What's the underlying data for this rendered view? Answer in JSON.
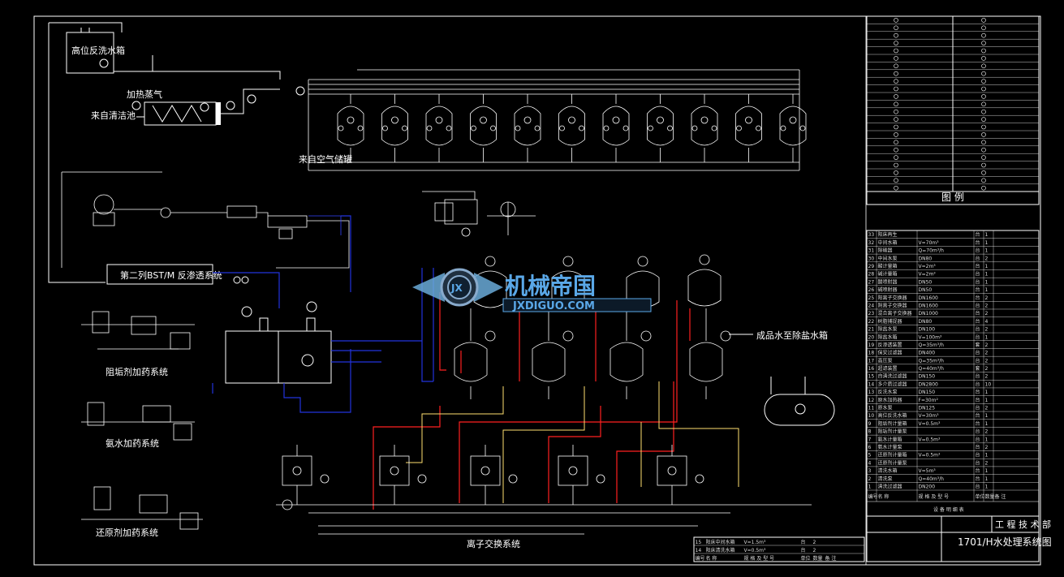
{
  "labels": {
    "high_tank": "高位反洗水箱",
    "steam_in": "加热蒸气",
    "raw_water": "来自清洁池",
    "air_header": "来自空气储罐",
    "second_ro": "第二列BST/M 反渗透系统",
    "product_water": "成品水至除盐水箱",
    "ion_exchange": "离子交换系统",
    "sub1": "阻垢剂加药系统",
    "sub2": "氨水加药系统",
    "sub3": "还原剂加药系统"
  },
  "watermark": {
    "cn": "机械帝国",
    "en": "JXDIGUO.COM",
    "badge": "JX"
  },
  "legend": {
    "caption": "图 例"
  },
  "equipment_table": {
    "rows": [
      {
        "no": "33",
        "name": "阳床再生",
        "spec": "",
        "unit": "台",
        "qty": "1"
      },
      {
        "no": "32",
        "name": "中间水箱",
        "spec": "V=70m³",
        "unit": "台",
        "qty": "1"
      },
      {
        "no": "31",
        "name": "除碳器",
        "spec": "Q=70m³/h",
        "unit": "台",
        "qty": "1"
      },
      {
        "no": "30",
        "name": "中间水泵",
        "spec": "DN80",
        "unit": "台",
        "qty": "2"
      },
      {
        "no": "29",
        "name": "酸计量箱",
        "spec": "V=2m³",
        "unit": "台",
        "qty": "1"
      },
      {
        "no": "28",
        "name": "碱计量箱",
        "spec": "V=2m³",
        "unit": "台",
        "qty": "1"
      },
      {
        "no": "27",
        "name": "酸喷射器",
        "spec": "DN50",
        "unit": "台",
        "qty": "1"
      },
      {
        "no": "26",
        "name": "碱喷射器",
        "spec": "DN50",
        "unit": "台",
        "qty": "1"
      },
      {
        "no": "25",
        "name": "阳离子交换器",
        "spec": "DN1600",
        "unit": "台",
        "qty": "2"
      },
      {
        "no": "24",
        "name": "阴离子交换器",
        "spec": "DN1600",
        "unit": "台",
        "qty": "2"
      },
      {
        "no": "23",
        "name": "混合离子交换器",
        "spec": "DN1000",
        "unit": "台",
        "qty": "2"
      },
      {
        "no": "22",
        "name": "树脂捕捉器",
        "spec": "DN80",
        "unit": "台",
        "qty": "4"
      },
      {
        "no": "21",
        "name": "除盐水泵",
        "spec": "DN100",
        "unit": "台",
        "qty": "2"
      },
      {
        "no": "20",
        "name": "除盐水箱",
        "spec": "V=100m³",
        "unit": "台",
        "qty": "1"
      },
      {
        "no": "19",
        "name": "反渗透装置",
        "spec": "Q=35m³/h",
        "unit": "套",
        "qty": "2"
      },
      {
        "no": "18",
        "name": "保安过滤器",
        "spec": "DN400",
        "unit": "台",
        "qty": "2"
      },
      {
        "no": "17",
        "name": "高压泵",
        "spec": "Q=35m³/h",
        "unit": "台",
        "qty": "2"
      },
      {
        "no": "16",
        "name": "超滤装置",
        "spec": "Q=40m³/h",
        "unit": "套",
        "qty": "2"
      },
      {
        "no": "15",
        "name": "自清洗过滤器",
        "spec": "DN150",
        "unit": "台",
        "qty": "2"
      },
      {
        "no": "14",
        "name": "多介质过滤器",
        "spec": "DN2800",
        "unit": "台",
        "qty": "10"
      },
      {
        "no": "13",
        "name": "反洗水泵",
        "spec": "DN150",
        "unit": "台",
        "qty": "1"
      },
      {
        "no": "12",
        "name": "原水加热器",
        "spec": "F=30m²",
        "unit": "台",
        "qty": "1"
      },
      {
        "no": "11",
        "name": "原水泵",
        "spec": "DN125",
        "unit": "台",
        "qty": "2"
      },
      {
        "no": "10",
        "name": "高位反洗水箱",
        "spec": "V=30m³",
        "unit": "台",
        "qty": "1"
      },
      {
        "no": "9",
        "name": "阻垢剂计量箱",
        "spec": "V=0.5m³",
        "unit": "台",
        "qty": "1"
      },
      {
        "no": "8",
        "name": "阻垢剂计量泵",
        "spec": "",
        "unit": "台",
        "qty": "2"
      },
      {
        "no": "7",
        "name": "氨水计量箱",
        "spec": "V=0.5m³",
        "unit": "台",
        "qty": "1"
      },
      {
        "no": "6",
        "name": "氨水计量泵",
        "spec": "",
        "unit": "台",
        "qty": "2"
      },
      {
        "no": "5",
        "name": "还原剂计量箱",
        "spec": "V=0.5m³",
        "unit": "台",
        "qty": "1"
      },
      {
        "no": "4",
        "name": "还原剂计量泵",
        "spec": "",
        "unit": "台",
        "qty": "2"
      },
      {
        "no": "3",
        "name": "清洗水箱",
        "spec": "V=5m³",
        "unit": "台",
        "qty": "1"
      },
      {
        "no": "2",
        "name": "清洗泵",
        "spec": "Q=40m³/h",
        "unit": "台",
        "qty": "1"
      },
      {
        "no": "1",
        "name": "清洗过滤器",
        "spec": "DN200",
        "unit": "台",
        "qty": "1"
      }
    ],
    "header": [
      "编号",
      "名 称",
      "规 格 及 型 号",
      "单位",
      "数量",
      "备 注"
    ],
    "footer": "设 备 明 细 表"
  },
  "bottom_table": {
    "rows": [
      {
        "no": "15",
        "name": "阳床中间水箱",
        "spec": "V=1.5m³",
        "unit": "台",
        "qty": "2"
      },
      {
        "no": "14",
        "name": "阳床清洗水箱",
        "spec": "V=0.5m³",
        "unit": "台",
        "qty": "2"
      }
    ]
  },
  "title_block": {
    "title": "1701/H水处理系统图",
    "dept": "工 程 技 术 部"
  },
  "colors": {
    "background": "#000000",
    "line": "#ffffff",
    "blue_pipe": "#2233dd",
    "red_pipe": "#ff2020",
    "yellow_pipe": "#ffe070",
    "watermark": "#5aa8e8"
  }
}
